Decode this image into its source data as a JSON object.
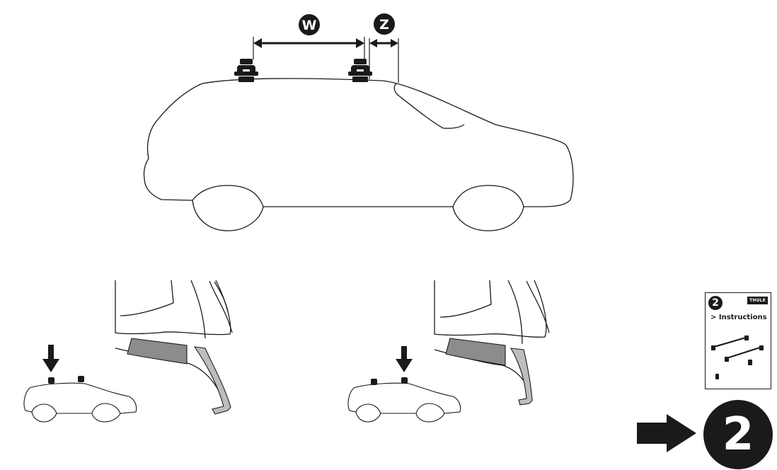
{
  "dimension_labels": {
    "w": "W",
    "z": "Z"
  },
  "booklet": {
    "step": "2",
    "brand": "THULE",
    "title": "> Instructions"
  },
  "next_step": {
    "number": "2",
    "arrow_icon": "right-arrow-icon"
  },
  "colors": {
    "ink": "#1a1a1a",
    "shade": "#8c8c8c",
    "paper": "#ffffff"
  }
}
